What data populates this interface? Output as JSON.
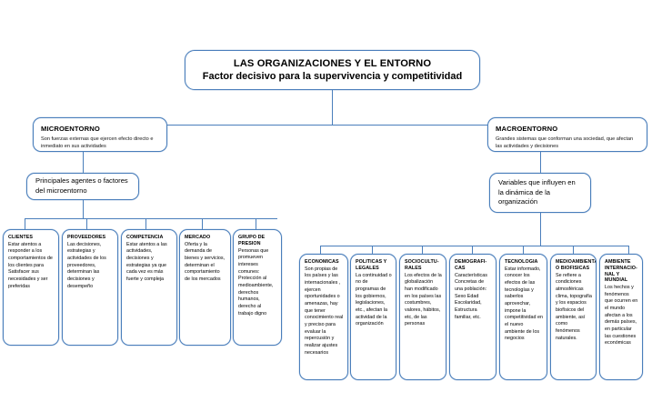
{
  "title": {
    "line1": "LAS ORGANIZACIONES Y EL ENTORNO",
    "line2": "Factor decisivo para la supervivencia y competitividad"
  },
  "micro": {
    "heading": "MICROENTORNO",
    "description": "Son fuerzas externas que ejercen efecto directo e inmediato en sus actividades",
    "branch_label": "Principales agentes o factores del microentorno",
    "factors": [
      {
        "title": "CLIENTES",
        "description": "Estar atentos a responder a los comportamientos de los clientes para Satisfacer sus necesidades y ser preferidas"
      },
      {
        "title": "PROVEEDORES",
        "description": "Las decisiones, estrategias y actividades de los proveedores, determinan las decisiones y desempeño"
      },
      {
        "title": "COMPETENCIA",
        "description": "Estar atentos a las actividades, decisiones y estrategias ya que cada vez es más fuerte y compleja"
      },
      {
        "title": "MERCADO",
        "description": "Oferta y la demanda de bienes y servicios, determinan el comportamiento de los mercados"
      },
      {
        "title": "GRUPO DE PRESION",
        "description": "Personas que promueven intereses comunes: Protección al medioambiente, derechos humanos, derecho al trabajo digno"
      }
    ]
  },
  "macro": {
    "heading": "MACROENTORNO",
    "description": "Grandes sistemas que conforman una sociedad, que afectan las actividades y decisiones",
    "branch_label": "Variables que influyen en la dinámica de la organización",
    "factors": [
      {
        "title": "ECONOMICAS",
        "description": "Son propias de los países y las internacionales , ejercen oportunidades o amenazas, hay que tener conocimiento real y preciso para evaluar la repercusión y realizar ajustes necesarios"
      },
      {
        "title": "POLITICAS Y LEGALES",
        "description": "La continuidad o no de programas de los gobiernos, legislaciones, etc., afectan la actividad de la organización"
      },
      {
        "title": "SOCIOCULTU-RALES",
        "description": "Los efectos de la globalización han modificado en los países las costumbres, valores, hábitos, etc, de las personas"
      },
      {
        "title": "DEMOGRAFI-CAS",
        "description": "Características Concretas de una población: Sexo Edad Escolaridad, Estructura familiar, etc."
      },
      {
        "title": "TECNOLOGIA",
        "description": "Estar informado, conocer los efectos de las tecnologías y saberlos aprovechar, impone la competitividad en el nuevo ambiente de los negocios"
      },
      {
        "title": "MEDIOAMBIENTALES O BIOFISICAS",
        "description": "Se refiere a condiciones atmosféricas clima, topografía y los espacios biofísicos del ambiente, así como fenómenos naturales."
      },
      {
        "title": "AMBIENTE INTERNACIO-NAL Y MUNDIAL",
        "description": "Los hechos y fenómenos que ocurren en el mundo afectan a los demás países, en particular las cuestiones económicas"
      }
    ]
  },
  "theme": {
    "border_color": "#4a7ebb",
    "text_color": "#000000",
    "background": "#ffffff"
  }
}
